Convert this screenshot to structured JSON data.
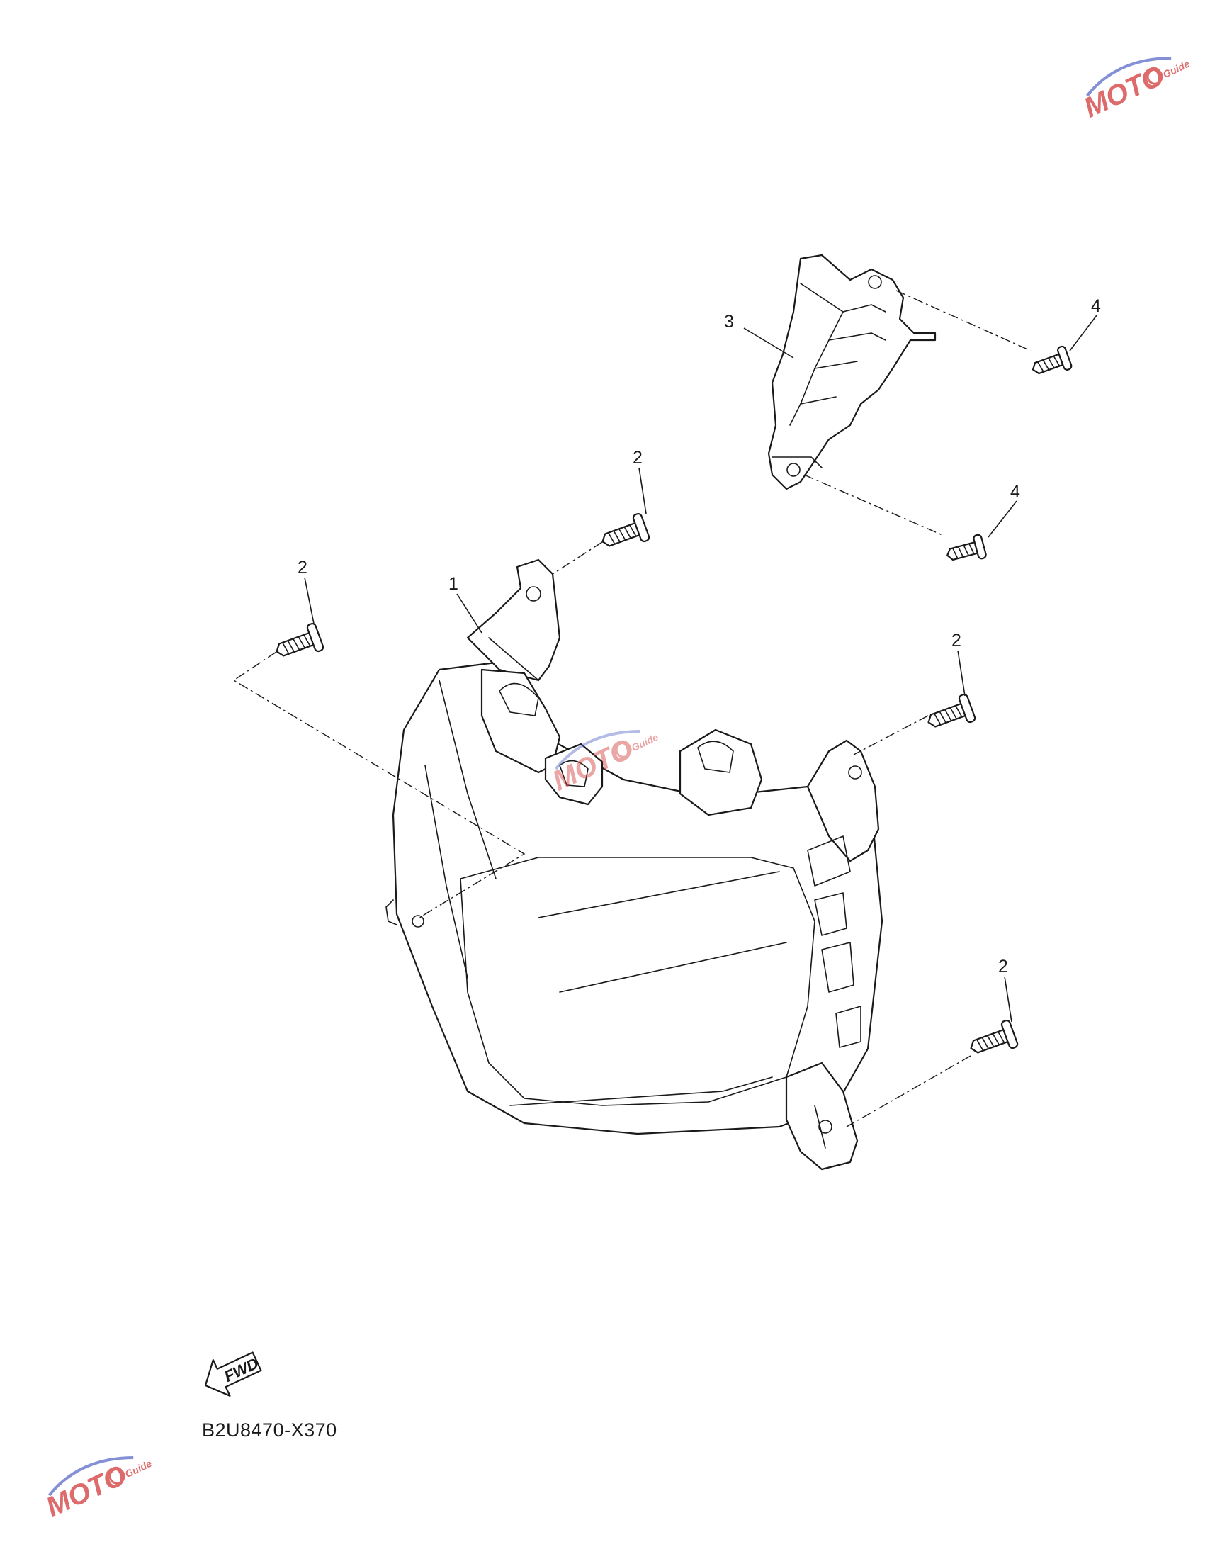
{
  "diagram": {
    "callouts": {
      "headlight": "1",
      "screw_top_left": "2",
      "screw_top_center": "2",
      "screw_right_upper": "2",
      "screw_right_lower": "2",
      "bracket": "3",
      "bracket_screw_top": "4",
      "bracket_screw_bottom": "4"
    },
    "fwd_label": "FWD",
    "drawing_code": "B2U8470-X370"
  },
  "watermark": {
    "text": "MOTO",
    "subtext": "Guide",
    "color_primary": "#d23a3a",
    "color_secondary": "#5a6bc8"
  }
}
